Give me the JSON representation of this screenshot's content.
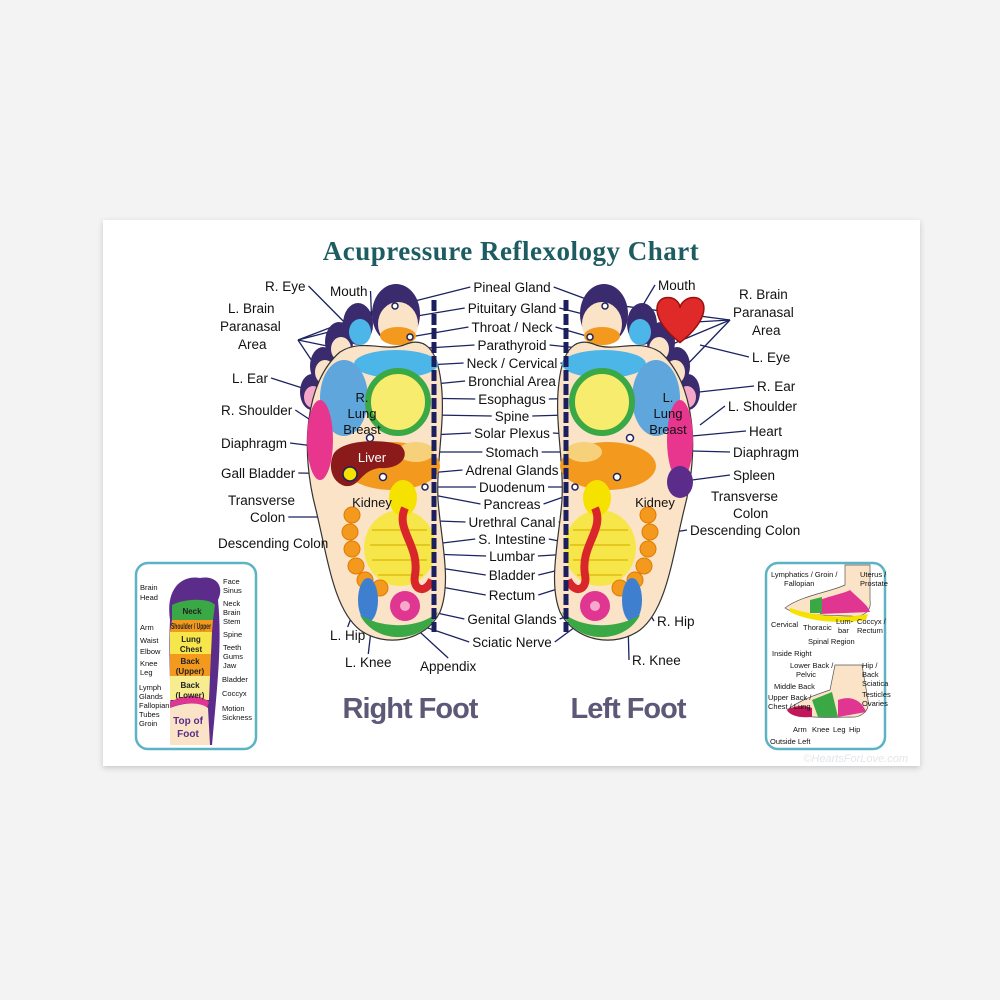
{
  "title": "Acupressure  Reflexology  Chart",
  "foot_titles": {
    "right": "Right Foot",
    "left": "Left Foot"
  },
  "center_labels": [
    "Pineal Gland",
    "Pituitary Gland",
    "Throat / Neck",
    "Parathyroid",
    "Neck / Cervical",
    "Bronchial Area",
    "Esophagus",
    "Spine",
    "Solar Plexus",
    "Stomach",
    "Adrenal Glands",
    "Duodenum",
    "Pancreas",
    "Urethral Canal",
    "S. Intestine",
    "Lumbar",
    "Bladder",
    "Rectum",
    "Genital Glands",
    "Sciatic Nerve"
  ],
  "right_foot_labels": [
    "R. Eye",
    "Mouth",
    "L. Brain",
    "Paranasal",
    "Area",
    "L. Ear",
    "R. Shoulder",
    "Diaphragm",
    "Gall Bladder",
    "Transverse",
    "Colon",
    "Descending Colon",
    "L. Hip",
    "L. Knee",
    "Appendix"
  ],
  "left_foot_labels": [
    "Mouth",
    "R. Brain",
    "Paranasal",
    "Area",
    "L. Eye",
    "R. Ear",
    "L. Shoulder",
    "Heart",
    "Diaphragm",
    "Spleen",
    "Transverse",
    "Colon",
    "Descending Colon",
    "R. Hip",
    "R. Knee"
  ],
  "in_foot_labels": {
    "right": [
      "R.",
      "Lung",
      "Breast",
      "Liver",
      "Kidney"
    ],
    "left": [
      "L.",
      "Lung",
      "Breast",
      "Kidney"
    ]
  },
  "inset_top_of_foot": {
    "labels": [
      "Brain",
      "Head",
      "Face",
      "Sinus",
      "Neck",
      "Brain",
      "Stem",
      "Spine",
      "Arm",
      "Waist",
      "Elbow",
      "Knee",
      "Leg",
      "Teeth",
      "Gums",
      "Jaw",
      "Bladder",
      "Coccyx",
      "Lymph",
      "Glands",
      "Fallopian",
      "Tubes",
      "Groin",
      "Motion",
      "Sickness"
    ],
    "zones": [
      "Neck",
      "Shoulder / Upper",
      "Lung",
      "Chest",
      "Back",
      "(Upper)",
      "Back",
      "(Lower)",
      "Top of",
      "Foot"
    ]
  },
  "inset_side_views": {
    "labels": [
      "Lymphatics / Groin /",
      "Fallopian",
      "Uterus /",
      "Prostate",
      "Cervical",
      "Thoracic",
      "Lum-",
      "bar",
      "Coccyx /",
      "Rectum",
      "Spinal Region",
      "Inside Right",
      "Lower Back /",
      "Pelvic",
      "Hip /",
      "Back",
      "Sciatica",
      "Middle Back",
      "Upper Back /",
      "Chest / Lung",
      "Testicles",
      "Ovaries",
      "Arm",
      "Knee",
      "Leg",
      "Hip",
      "Outside Left"
    ]
  },
  "watermark": "©HeartsForLove.com",
  "colors": {
    "title": "#1d5c61",
    "foot_title": "#5d5878",
    "leader": "#1b2360",
    "inset_border": "#5bb3c4"
  }
}
